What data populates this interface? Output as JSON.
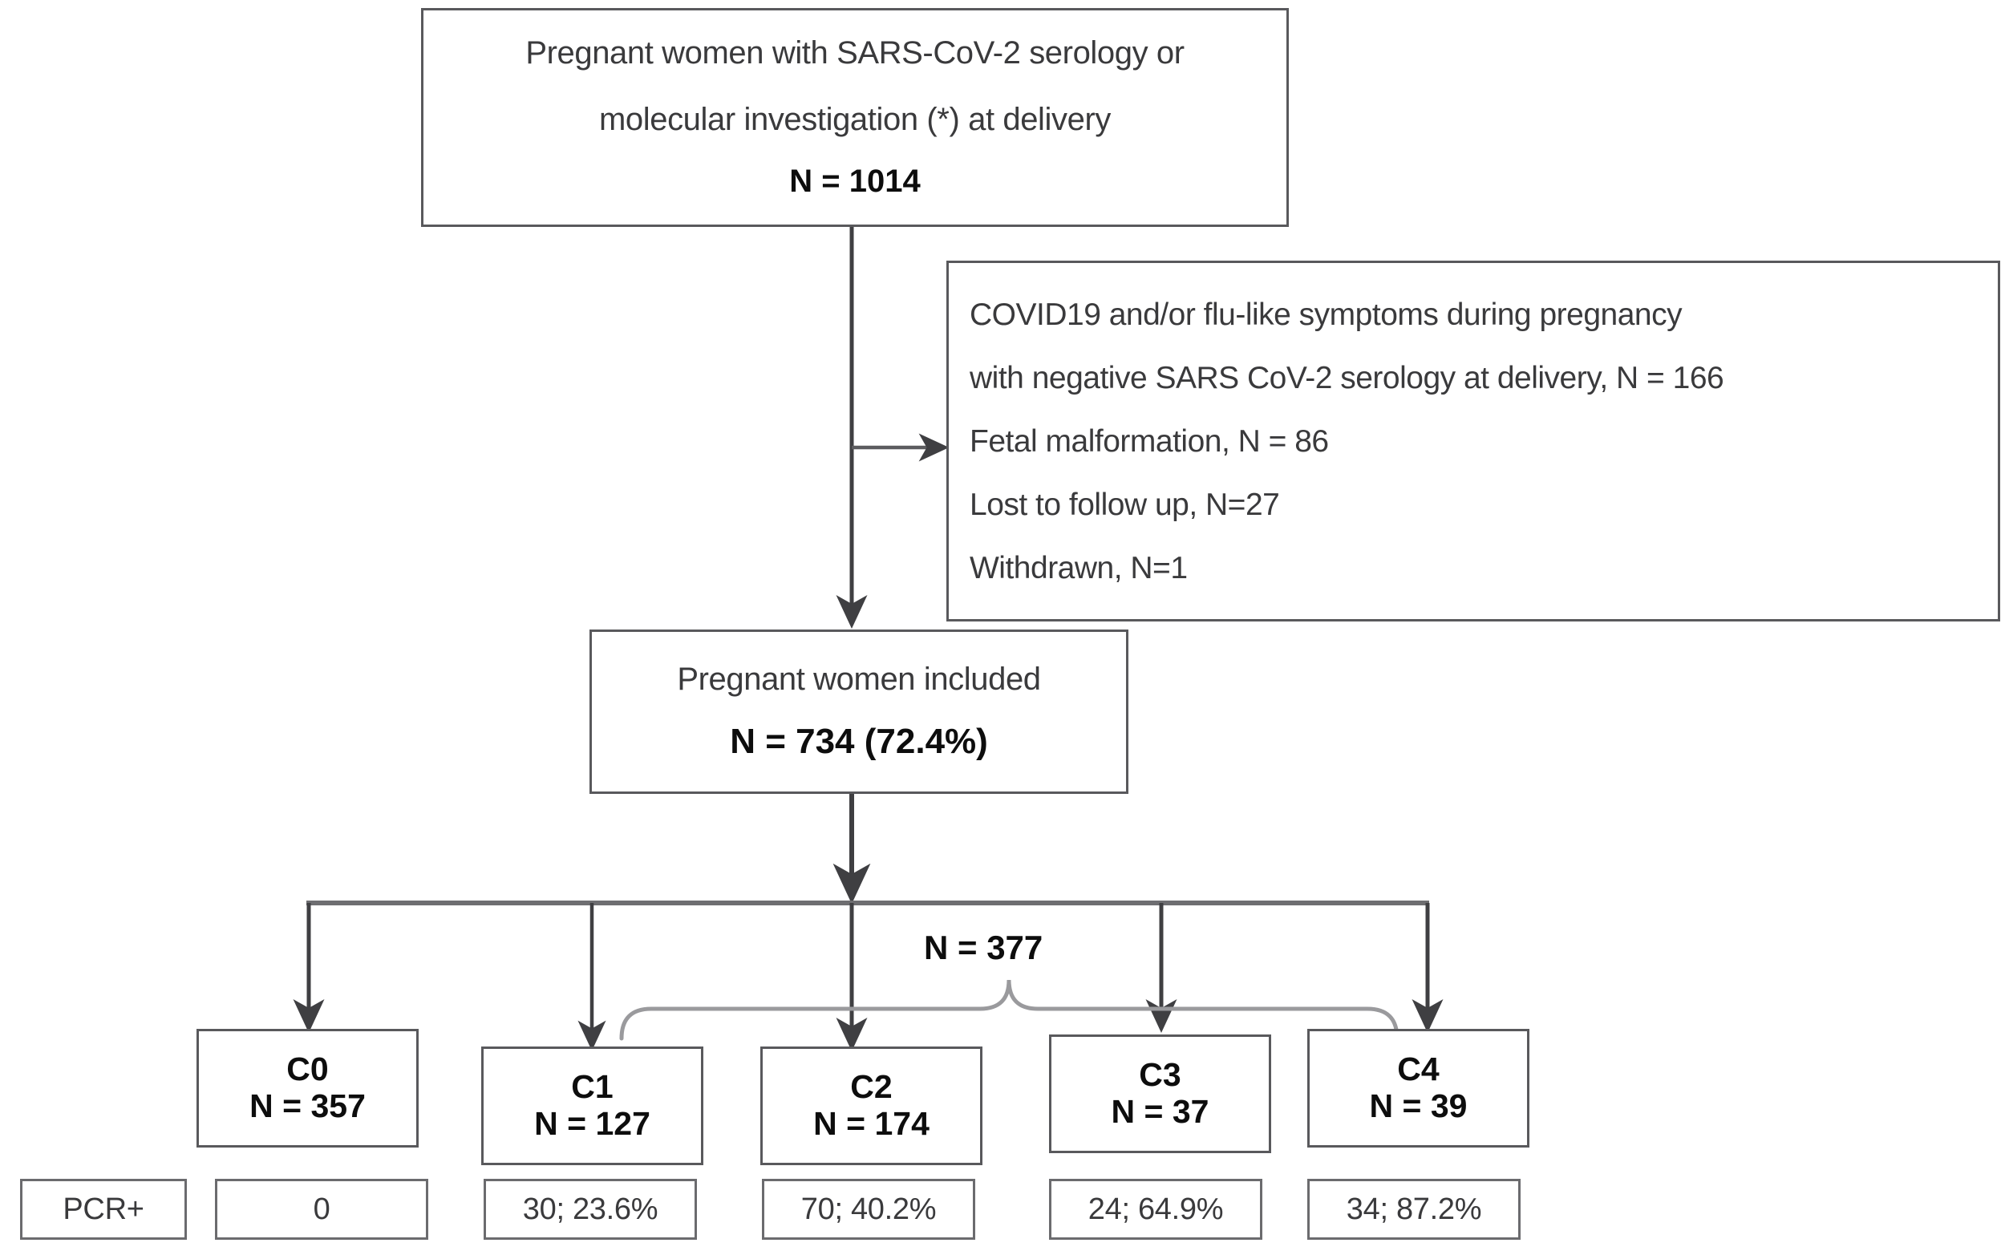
{
  "diagram": {
    "type": "flowchart",
    "title": "Study flow diagram of pregnant women with SARS-CoV-2 serology or molecular investigation at delivery",
    "top_box": {
      "lines": [
        "Pregnant women with SARS-CoV-2  serology or",
        "molecular investigation (*) at delivery"
      ],
      "count_line": "N = 1014"
    },
    "exclusion_box": {
      "lines": [
        "COVID19 and/or flu-like symptoms during pregnancy",
        "with negative SARS CoV-2 serology at delivery, N = 166",
        "Fetal malformation, N = 86",
        "Lost to follow up, N=27",
        "Withdrawn, N=1"
      ]
    },
    "included_box": {
      "lines": [
        "Pregnant women included"
      ],
      "count_line": "N = 734 (72.4%)"
    },
    "branch_label": "N = 377",
    "groups": [
      {
        "label": "C0",
        "count": "N = 357",
        "pcr": "0"
      },
      {
        "label": "C1",
        "count": "N = 127",
        "pcr": "30; 23.6%"
      },
      {
        "label": "C2",
        "count": "N = 174",
        "pcr": "70; 40.2%"
      },
      {
        "label": "C3",
        "count": "N = 37",
        "pcr": "24; 64.9%"
      },
      {
        "label": "C4",
        "count": "N = 39",
        "pcr": "34; 87.2%"
      }
    ],
    "pcr_row_label": "PCR+",
    "colors": {
      "border": "#59595c",
      "text": "#3a3a3c",
      "bold_text": "#0d0d0d",
      "background": "#ffffff",
      "connector": "#4a4a4d"
    }
  }
}
